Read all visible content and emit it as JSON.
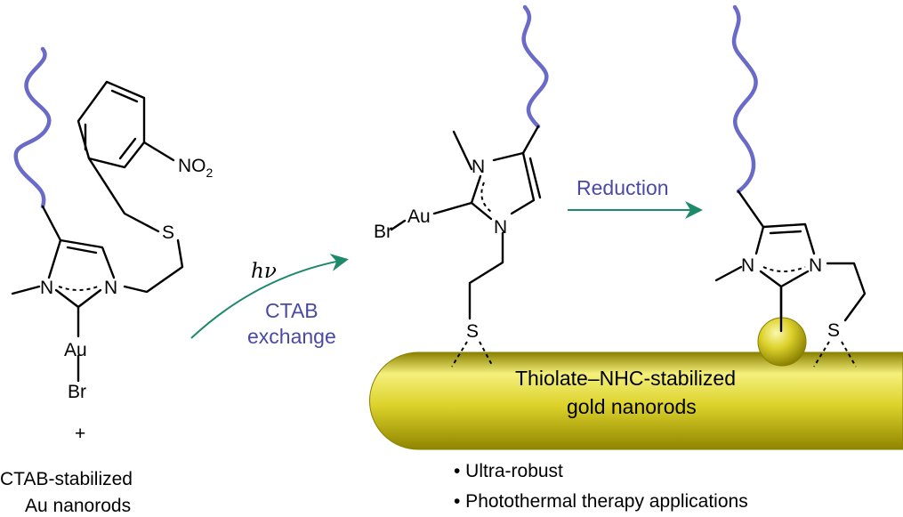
{
  "labels": {
    "nitro": "NO",
    "nitro_sub": "2",
    "sulfur": "S",
    "nitrogen": "N",
    "gold": "Au",
    "bromine": "Br",
    "plus": "+",
    "hv": "hν",
    "ctab": "CTAB",
    "exchange": "exchange",
    "reduction": "Reduction",
    "start_caption_line1": "CTAB-stabilized",
    "start_caption_line2": "Au nanorods",
    "rod_line1": "Thiolate–NHC-stabilized",
    "rod_line2": "gold nanorods",
    "bullet1": "• Ultra-robust",
    "bullet2": "• Photothermal therapy applications"
  },
  "colors": {
    "chain": "#6a6ac8",
    "arrow": "#1f8a6b",
    "blue_text": "#4a4aa6",
    "gold_light": "#f3ef7a",
    "gold_mid": "#d9cf1f",
    "gold_dark": "#8f8500"
  }
}
